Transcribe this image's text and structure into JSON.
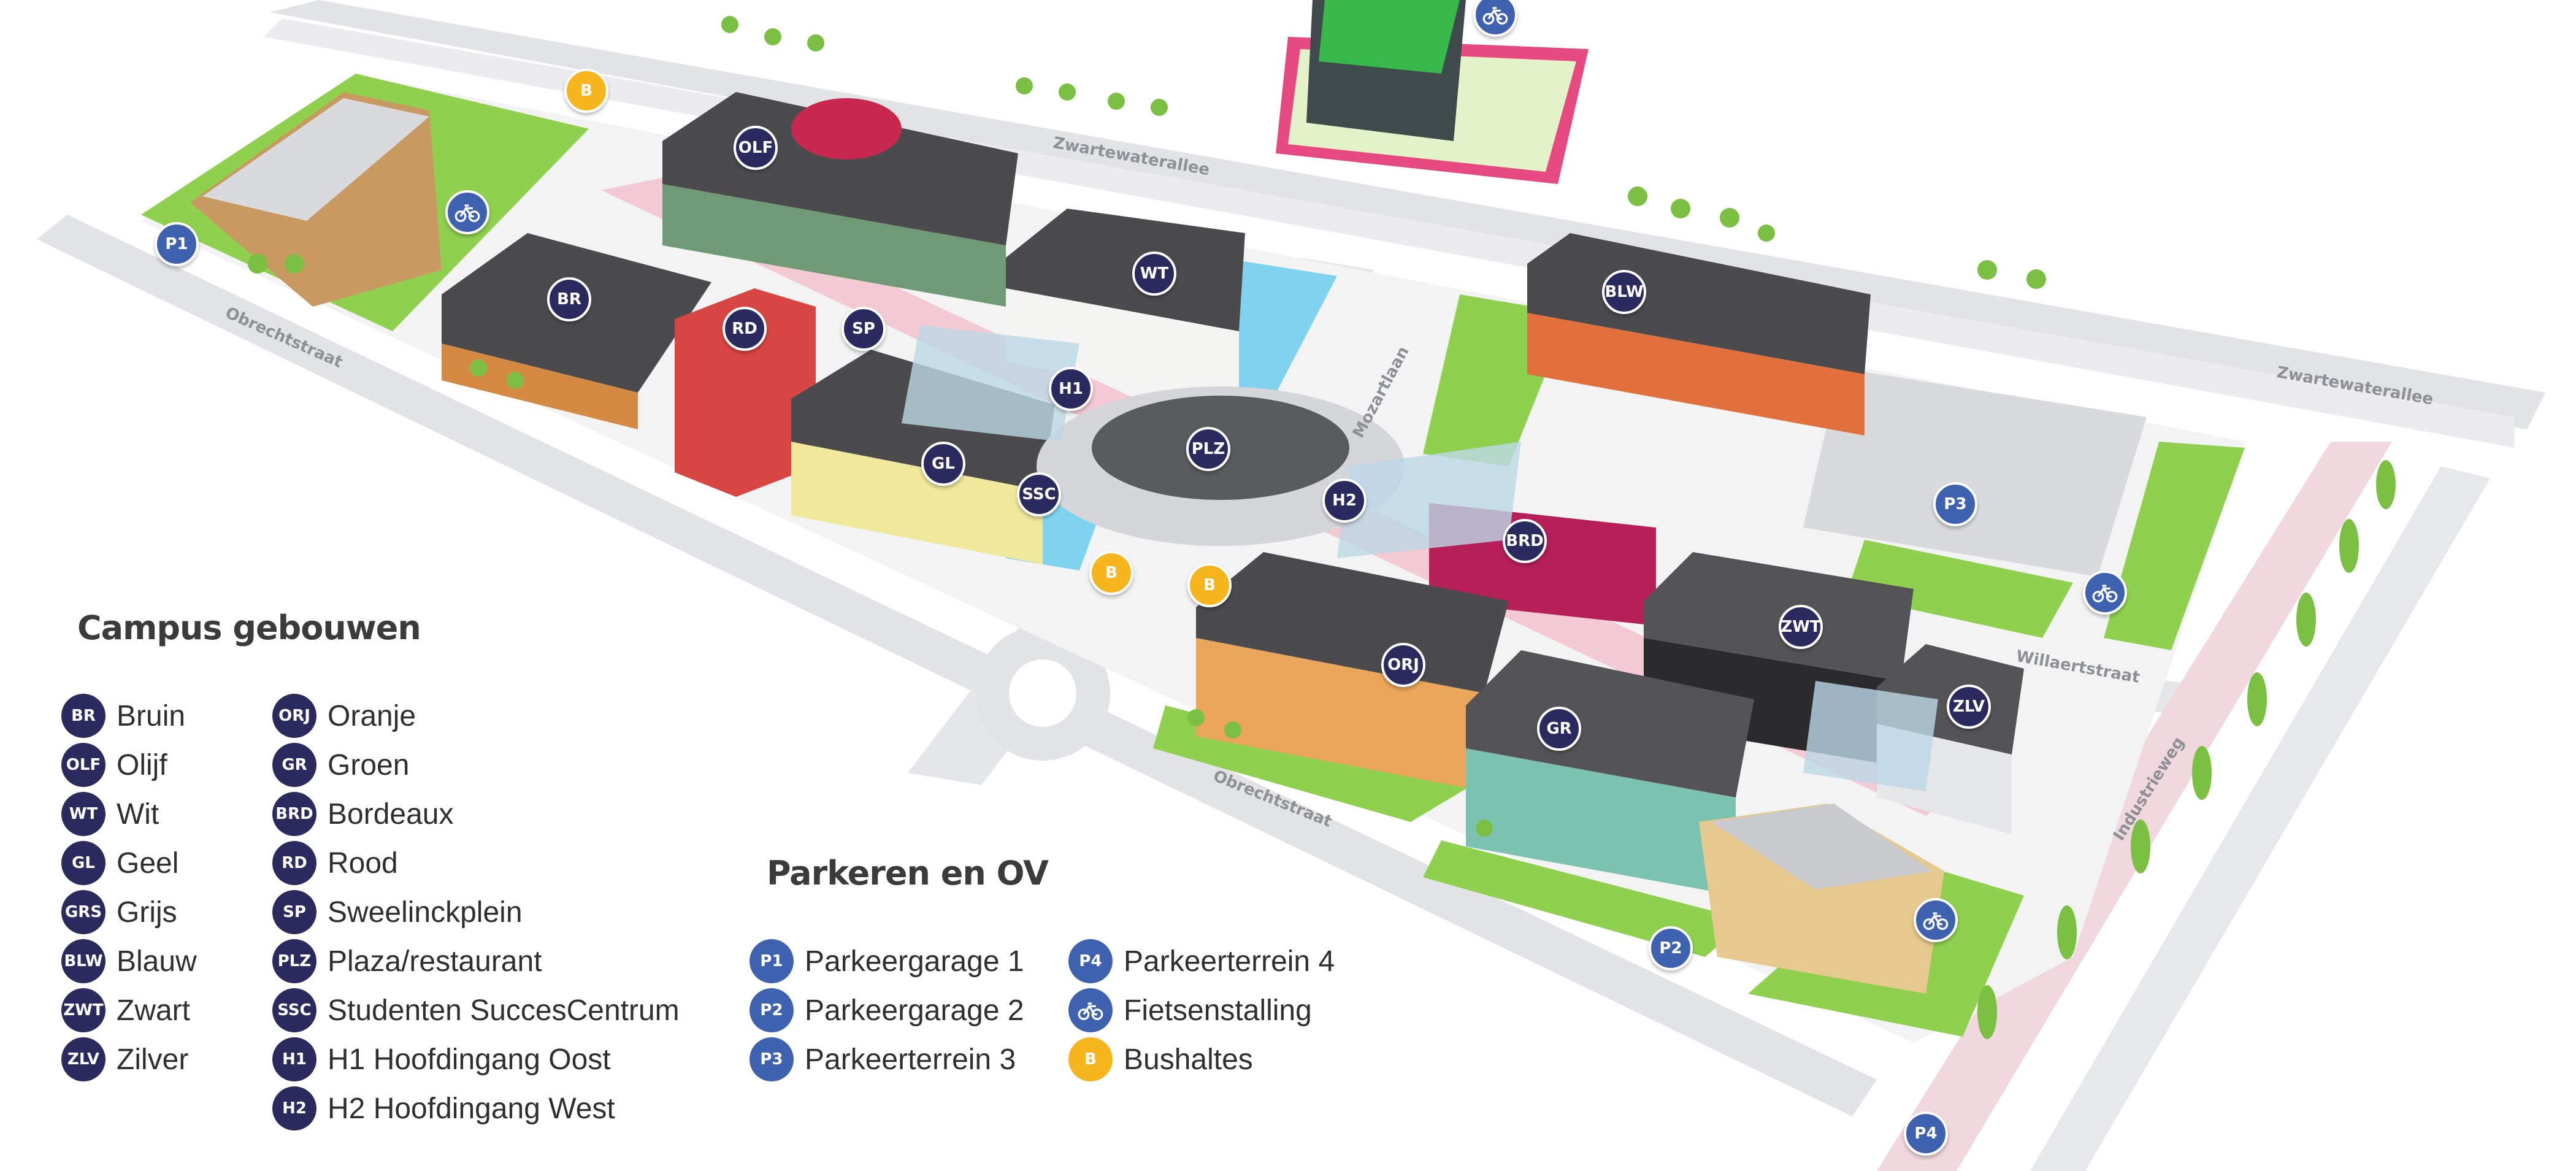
{
  "streets": [
    {
      "name": "Zwartewaterallee",
      "id": "zwartewaterallee-north"
    },
    {
      "name": "Zwartewaterallee",
      "id": "zwartewaterallee-east"
    },
    {
      "name": "Obrechtstraat",
      "id": "obrechtstraat-west"
    },
    {
      "name": "Obrechtstraat",
      "id": "obrechtstraat-south"
    },
    {
      "name": "Mozartlaan",
      "id": "mozartlaan"
    },
    {
      "name": "Willaertstraat",
      "id": "willaertstraat"
    },
    {
      "name": "Industrieweg",
      "id": "industrieweg"
    }
  ],
  "map_pins": {
    "buildings": [
      "OLF",
      "BR",
      "RD",
      "SP",
      "WT",
      "H1",
      "GL",
      "SSC",
      "PLZ",
      "H2",
      "BLW",
      "BRD",
      "ORJ",
      "ZWT",
      "GR",
      "ZLV"
    ],
    "parking": [
      "P1",
      "P2",
      "P3",
      "P4"
    ],
    "bus": [
      "B",
      "B",
      "B"
    ]
  },
  "campus_legend": {
    "title": "Campus gebouwen",
    "col1": [
      {
        "code": "BR",
        "label": "Bruin"
      },
      {
        "code": "OLF",
        "label": "Olijf"
      },
      {
        "code": "WT",
        "label": "Wit"
      },
      {
        "code": "GL",
        "label": "Geel"
      },
      {
        "code": "GRS",
        "label": "Grijs"
      },
      {
        "code": "BLW",
        "label": "Blauw"
      },
      {
        "code": "ZWT",
        "label": "Zwart"
      },
      {
        "code": "ZLV",
        "label": "Zilver"
      }
    ],
    "col2": [
      {
        "code": "ORJ",
        "label": "Oranje"
      },
      {
        "code": "GR",
        "label": "Groen"
      },
      {
        "code": "BRD",
        "label": "Bordeaux"
      },
      {
        "code": "RD",
        "label": "Rood"
      },
      {
        "code": "SP",
        "label": "Sweelinckplein"
      },
      {
        "code": "PLZ",
        "label": "Plaza/restaurant"
      },
      {
        "code": "SSC",
        "label": "Studenten SuccesCentrum"
      },
      {
        "code": "H1",
        "label": "H1 Hoofdingang Oost"
      },
      {
        "code": "H2",
        "label": "H2 Hoofdingang West"
      }
    ]
  },
  "parking_legend": {
    "title": "Parkeren en OV",
    "col1": [
      {
        "code": "P1",
        "label": "Parkeergarage 1"
      },
      {
        "code": "P2",
        "label": "Parkeergarage 2"
      },
      {
        "code": "P3",
        "label": "Parkeerterrein 3"
      }
    ],
    "col2": [
      {
        "code": "P4",
        "label": "Parkeerterrein 4",
        "kind": "text"
      },
      {
        "code": "",
        "label": "Fietsenstalling",
        "kind": "bike-icon"
      },
      {
        "code": "B",
        "label": "Bushaltes",
        "kind": "text"
      }
    ]
  },
  "colors": {
    "navy": "#2b2a5e",
    "blue": "#3f62b0",
    "yellow": "#f6b51c",
    "grass": "#8fd14f",
    "road": "#e1e3e5",
    "pink_path": "#f3c9d4"
  }
}
